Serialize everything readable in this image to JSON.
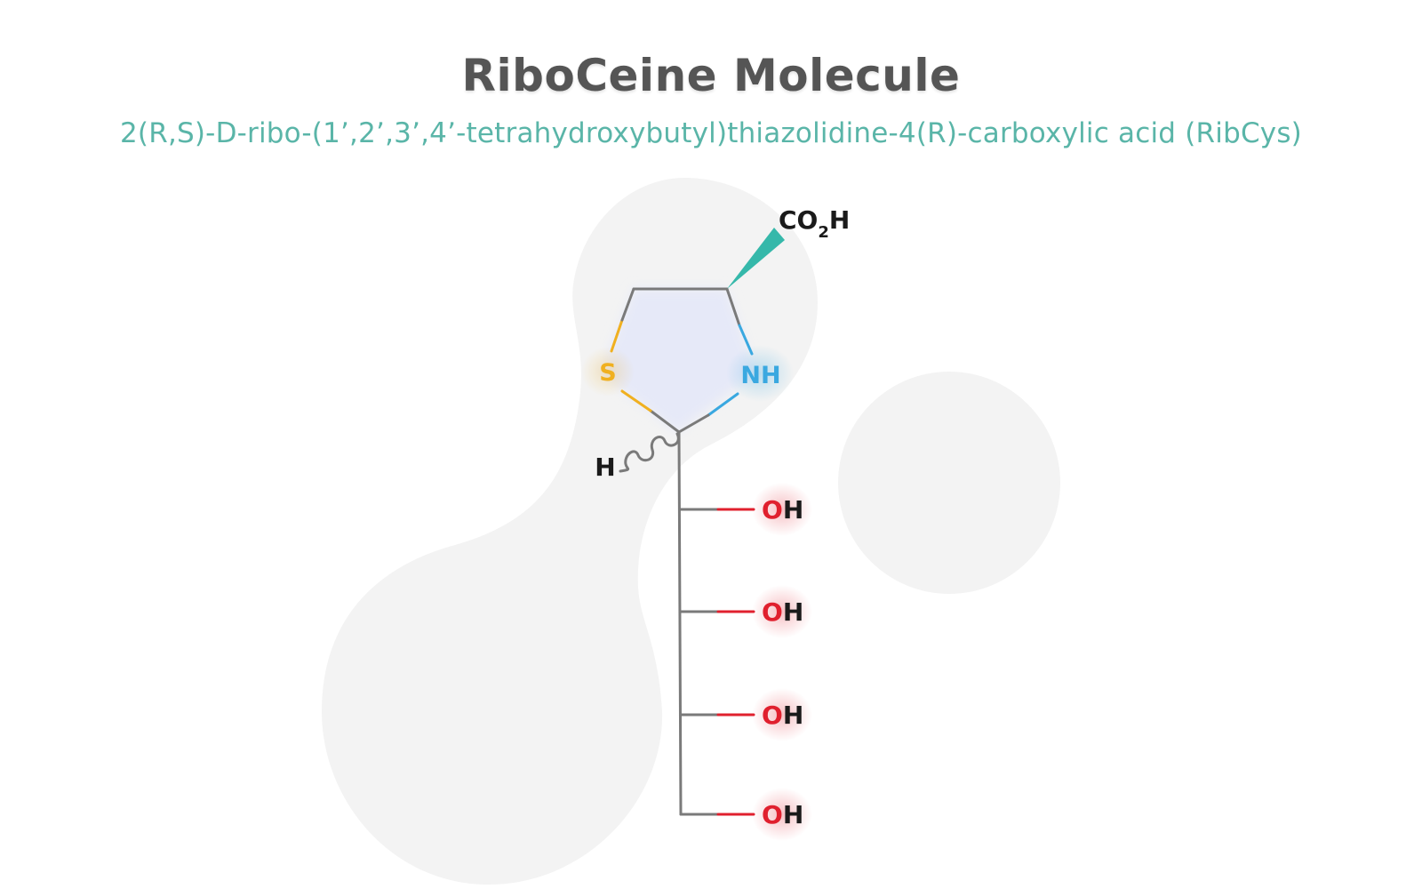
{
  "header": {
    "title": "RiboCeine Molecule",
    "subtitle": "2(R,S)-D-ribo-(1’,2’,3’,4’-tetrahydroxybutyl)thiazolidine-4(R)-carboxylic acid (RibCys)"
  },
  "molecule": {
    "ring_atoms": {
      "sulfur": "S",
      "nitrogen": "NH"
    },
    "carboxyl": {
      "main": "CO",
      "subscript": "2",
      "tail": "H"
    },
    "stereo_hydrogen": "H",
    "hydroxyls": [
      {
        "o": "O",
        "h": "H"
      },
      {
        "o": "O",
        "h": "H"
      },
      {
        "o": "O",
        "h": "H"
      },
      {
        "o": "O",
        "h": "H"
      }
    ]
  },
  "colors": {
    "title": "#555555",
    "subtitle": "#5ab5a8",
    "bond": "#7a7a7a",
    "sulfur": "#f0b020",
    "nitrogen": "#3aa8e0",
    "oxygen": "#e0202e",
    "wedge": "#35b8aa",
    "background_blob": "#f3f3f3",
    "ring_fill": "#e6e9f8"
  }
}
